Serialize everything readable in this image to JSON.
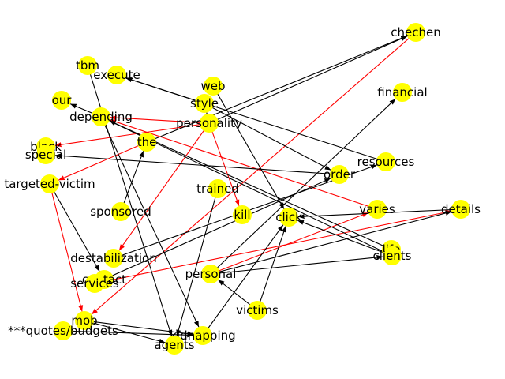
{
  "diagram": {
    "node_color": "#ffff00",
    "edge_color_default": "#000000",
    "edge_color_highlight": "#ff0000",
    "nodes": [
      {
        "id": "chechen",
        "label": "chechen"
      },
      {
        "id": "tbm",
        "label": "tbm"
      },
      {
        "id": "execute",
        "label": "execute"
      },
      {
        "id": "web",
        "label": "web"
      },
      {
        "id": "financial",
        "label": "financial"
      },
      {
        "id": "our",
        "label": "our"
      },
      {
        "id": "style",
        "label": "style"
      },
      {
        "id": "depending",
        "label": "depending"
      },
      {
        "id": "personality",
        "label": "personality"
      },
      {
        "id": "the",
        "label": "the"
      },
      {
        "id": "black",
        "label": "black"
      },
      {
        "id": "special",
        "label": "special"
      },
      {
        "id": "resources",
        "label": "resources"
      },
      {
        "id": "order",
        "label": "order"
      },
      {
        "id": "targeted-victim",
        "label": "targeted-victim"
      },
      {
        "id": "trained",
        "label": "trained"
      },
      {
        "id": "varies",
        "label": "varies"
      },
      {
        "id": "details",
        "label": "details"
      },
      {
        "id": "sponsored",
        "label": "sponsored"
      },
      {
        "id": "kill",
        "label": "kill"
      },
      {
        "id": "click",
        "label": "click"
      },
      {
        "id": "life",
        "label": "life"
      },
      {
        "id": "clients",
        "label": "clients"
      },
      {
        "id": "destabilization",
        "label": "destabilization"
      },
      {
        "id": "personal",
        "label": "personal"
      },
      {
        "id": "contact",
        "label": "contact"
      },
      {
        "id": "services",
        "label": "services"
      },
      {
        "id": "victims",
        "label": "victims"
      },
      {
        "id": "mob",
        "label": "mob"
      },
      {
        "id": "quotes",
        "label": "***quotes/budgets"
      },
      {
        "id": "kidnapping",
        "label": "kidnapping"
      },
      {
        "id": "agents",
        "label": "agents"
      }
    ],
    "edges": [
      {
        "from": "personality",
        "to": "depending",
        "color": "red"
      },
      {
        "from": "personality",
        "to": "black",
        "color": "red"
      },
      {
        "from": "personality",
        "to": "kill",
        "color": "red"
      },
      {
        "from": "personality",
        "to": "destabilization",
        "color": "red"
      },
      {
        "from": "personality",
        "to": "chechen",
        "color": "black"
      },
      {
        "from": "personality",
        "to": "style",
        "color": "black"
      },
      {
        "from": "the",
        "to": "targeted-victim",
        "color": "red"
      },
      {
        "from": "the",
        "to": "chechen",
        "color": "black"
      },
      {
        "from": "varies",
        "to": "depending",
        "color": "red"
      },
      {
        "from": "targeted-victim",
        "to": "mob",
        "color": "red"
      },
      {
        "from": "targeted-victim",
        "to": "contact",
        "color": "black"
      },
      {
        "from": "chechen",
        "to": "mob",
        "color": "red"
      },
      {
        "from": "personal",
        "to": "varies",
        "color": "red"
      },
      {
        "from": "services",
        "to": "details",
        "color": "red"
      },
      {
        "from": "services",
        "to": "order",
        "color": "black"
      },
      {
        "from": "resources",
        "to": "execute",
        "color": "black"
      },
      {
        "from": "depending",
        "to": "our",
        "color": "black"
      },
      {
        "from": "depending",
        "to": "kidnapping",
        "color": "black"
      },
      {
        "from": "clients",
        "to": "depending",
        "color": "black"
      },
      {
        "from": "life",
        "to": "depending",
        "color": "black"
      },
      {
        "from": "style",
        "to": "order",
        "color": "black"
      },
      {
        "from": "style",
        "to": "execute",
        "color": "black"
      },
      {
        "from": "web",
        "to": "click",
        "color": "black"
      },
      {
        "from": "order",
        "to": "special",
        "color": "black"
      },
      {
        "from": "destabilization",
        "to": "resources",
        "color": "black"
      },
      {
        "from": "details",
        "to": "click",
        "color": "black"
      },
      {
        "from": "clients",
        "to": "click",
        "color": "black"
      },
      {
        "from": "personal",
        "to": "clients",
        "color": "black"
      },
      {
        "from": "personal",
        "to": "financial",
        "color": "black"
      },
      {
        "from": "personal",
        "to": "details",
        "color": "black"
      },
      {
        "from": "victims",
        "to": "personal",
        "color": "black"
      },
      {
        "from": "victims",
        "to": "click",
        "color": "black"
      },
      {
        "from": "kidnapping",
        "to": "click",
        "color": "black"
      },
      {
        "from": "sponsored",
        "to": "the",
        "color": "black"
      },
      {
        "from": "trained",
        "to": "agents",
        "color": "black"
      },
      {
        "from": "tbm",
        "to": "agents",
        "color": "black"
      },
      {
        "from": "mob",
        "to": "kidnapping",
        "color": "black"
      },
      {
        "from": "quotes",
        "to": "kidnapping",
        "color": "black"
      },
      {
        "from": "mob",
        "to": "agents",
        "color": "black"
      }
    ]
  }
}
